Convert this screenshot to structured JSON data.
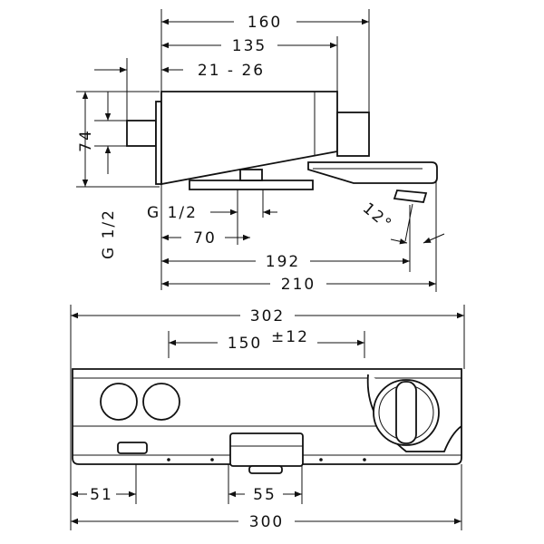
{
  "side_view": {
    "dim_160": "160",
    "dim_135": "135",
    "dim_21_26": "21 - 26",
    "dim_74": "74",
    "dim_g12_vertical": "G 1/2",
    "dim_g12_horizontal": "G 1/2",
    "dim_70": "70",
    "dim_12deg": "12°",
    "dim_192": "192",
    "dim_210": "210"
  },
  "front_view": {
    "dim_302": "302",
    "dim_150": "150",
    "dim_pm12": "±12",
    "dim_51": "51",
    "dim_55": "55",
    "dim_300": "300"
  }
}
